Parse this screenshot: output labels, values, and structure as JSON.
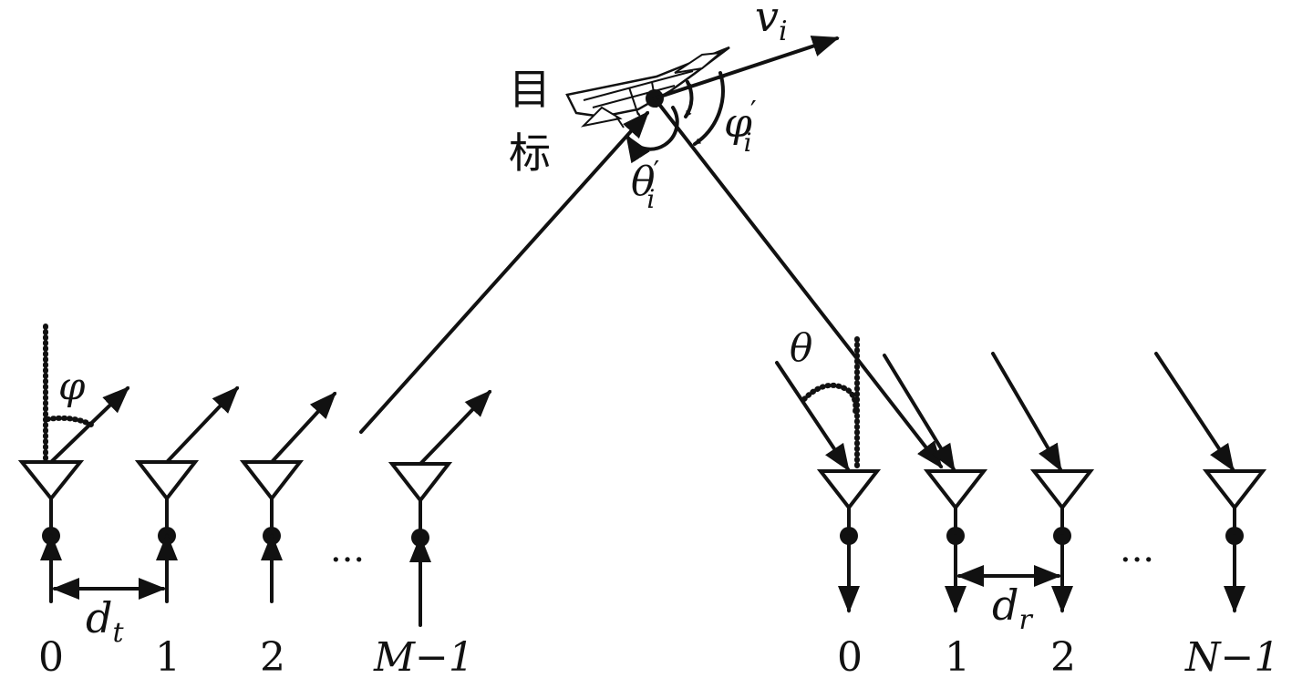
{
  "target": {
    "label_line1": "目",
    "label_line2": "标",
    "velocity": {
      "symbol": "v",
      "sub": "i"
    },
    "angle_theta": {
      "symbol": "θ",
      "prime": "′",
      "sub": "i"
    },
    "angle_phi": {
      "symbol": "φ",
      "prime": "′",
      "sub": "i"
    }
  },
  "transmit_array": {
    "angle_symbol": "φ",
    "spacing": {
      "symbol": "d",
      "sub": "t"
    },
    "ellipsis": "···",
    "element_labels": [
      "0",
      "1",
      "2",
      "M−1"
    ]
  },
  "receive_array": {
    "angle_symbol": "θ",
    "spacing": {
      "symbol": "d",
      "sub": "r"
    },
    "ellipsis": "···",
    "element_labels": [
      "0",
      "1",
      "2",
      "N−1"
    ]
  }
}
